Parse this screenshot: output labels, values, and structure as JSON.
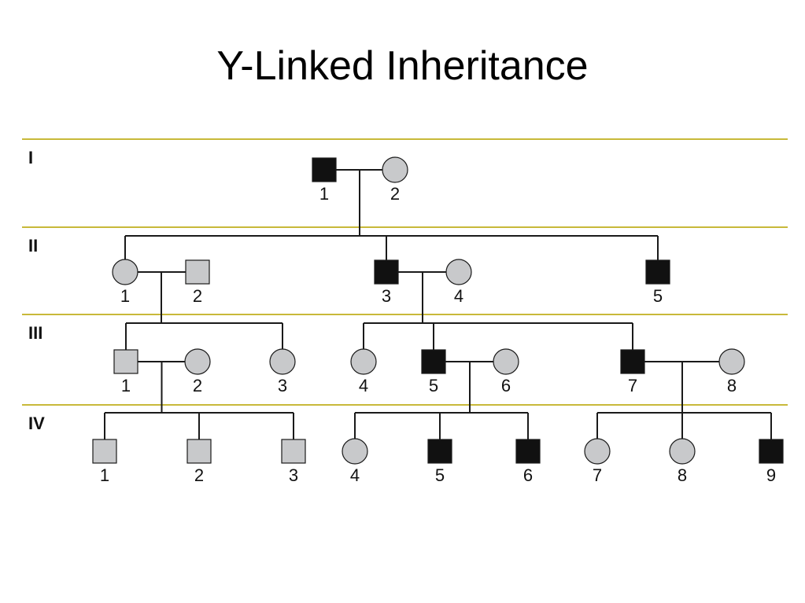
{
  "title": "Y-Linked Inheritance",
  "colors": {
    "affected": "#111111",
    "unaffected": "#c8c9cb",
    "outline": "#1a1a1a",
    "line": "#1a1a1a",
    "generation_rule": "#c8b93a",
    "text": "#111111"
  },
  "generations": [
    {
      "label": "I",
      "individuals": [
        {
          "id": "I-1",
          "number": "1",
          "sex": "male",
          "affected": true
        },
        {
          "id": "I-2",
          "number": "2",
          "sex": "female",
          "affected": false
        }
      ]
    },
    {
      "label": "II",
      "individuals": [
        {
          "id": "II-1",
          "number": "1",
          "sex": "female",
          "affected": false
        },
        {
          "id": "II-2",
          "number": "2",
          "sex": "male",
          "affected": false
        },
        {
          "id": "II-3",
          "number": "3",
          "sex": "male",
          "affected": true
        },
        {
          "id": "II-4",
          "number": "4",
          "sex": "female",
          "affected": false
        },
        {
          "id": "II-5",
          "number": "5",
          "sex": "male",
          "affected": true
        }
      ]
    },
    {
      "label": "III",
      "individuals": [
        {
          "id": "III-1",
          "number": "1",
          "sex": "male",
          "affected": false
        },
        {
          "id": "III-2",
          "number": "2",
          "sex": "female",
          "affected": false
        },
        {
          "id": "III-3",
          "number": "3",
          "sex": "female",
          "affected": false
        },
        {
          "id": "III-4",
          "number": "4",
          "sex": "female",
          "affected": false
        },
        {
          "id": "III-5",
          "number": "5",
          "sex": "male",
          "affected": true
        },
        {
          "id": "III-6",
          "number": "6",
          "sex": "female",
          "affected": false
        },
        {
          "id": "III-7",
          "number": "7",
          "sex": "male",
          "affected": true
        },
        {
          "id": "III-8",
          "number": "8",
          "sex": "female",
          "affected": false
        }
      ]
    },
    {
      "label": "IV",
      "individuals": [
        {
          "id": "IV-1",
          "number": "1",
          "sex": "male",
          "affected": false
        },
        {
          "id": "IV-2",
          "number": "2",
          "sex": "male",
          "affected": false
        },
        {
          "id": "IV-3",
          "number": "3",
          "sex": "male",
          "affected": false
        },
        {
          "id": "IV-4",
          "number": "4",
          "sex": "female",
          "affected": false
        },
        {
          "id": "IV-5",
          "number": "5",
          "sex": "male",
          "affected": true
        },
        {
          "id": "IV-6",
          "number": "6",
          "sex": "male",
          "affected": true
        },
        {
          "id": "IV-7",
          "number": "7",
          "sex": "female",
          "affected": false
        },
        {
          "id": "IV-8",
          "number": "8",
          "sex": "female",
          "affected": false
        },
        {
          "id": "IV-9",
          "number": "9",
          "sex": "male",
          "affected": true
        }
      ]
    }
  ],
  "matings": [
    {
      "partners": [
        "I-1",
        "I-2"
      ],
      "children": [
        "II-1",
        "II-3",
        "II-5"
      ]
    },
    {
      "partners": [
        "II-1",
        "II-2"
      ],
      "children": [
        "III-1",
        "III-3"
      ]
    },
    {
      "partners": [
        "II-3",
        "II-4"
      ],
      "children": [
        "III-4",
        "III-5",
        "III-7"
      ]
    },
    {
      "partners": [
        "III-1",
        "III-2"
      ],
      "children": [
        "IV-1",
        "IV-2",
        "IV-3"
      ]
    },
    {
      "partners": [
        "III-5",
        "III-6"
      ],
      "children": [
        "IV-4",
        "IV-5",
        "IV-6"
      ]
    },
    {
      "partners": [
        "III-7",
        "III-8"
      ],
      "children": [
        "IV-7",
        "IV-8",
        "IV-9"
      ]
    }
  ]
}
